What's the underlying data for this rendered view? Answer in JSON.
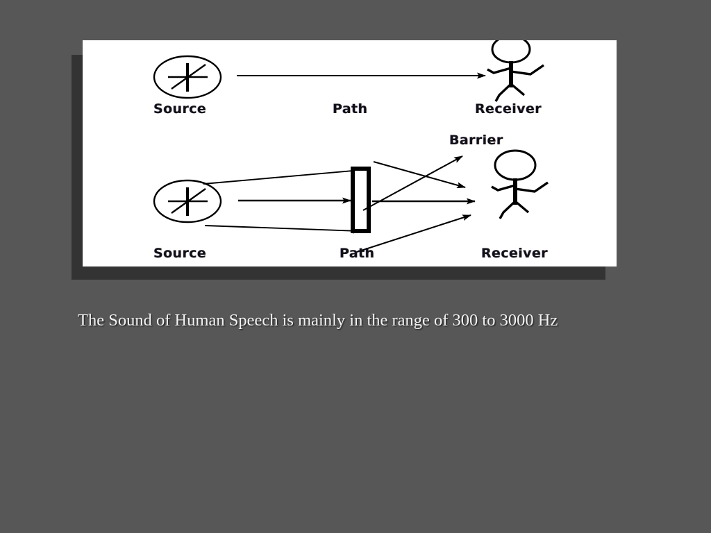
{
  "slide": {
    "background_color": "#575757",
    "caption": "The Sound of Human Speech is mainly in the range of 300 to 3000 Hz"
  },
  "picture": {
    "background_color": "#ffffff",
    "shadow_color": "#333333",
    "alt_title": "Sound transmission: Source - Path - Receiver",
    "labels": {
      "source_top": "Source",
      "path_top": "Path",
      "receiver_top": "Receiver",
      "barrier": "Barrier",
      "source_bottom": "Source",
      "path_bottom": "Path",
      "receiver_bottom": "Receiver"
    },
    "icons": {
      "source": "noise-source-icon",
      "receiver": "stick-figure-person-icon",
      "barrier": "barrier-rectangle-icon",
      "path": "arrow-icon"
    },
    "diagrams": [
      {
        "name": "direct-path",
        "description": "Source with a single straight arrow travelling directly to the receiver",
        "arrow_count": 1
      },
      {
        "name": "blocked-path",
        "description": "Source emitting three arrows toward a barrier; arrows reflect and diffract around the barrier toward the receiver",
        "arrow_count": 7
      }
    ],
    "stroke_color": "#000000"
  }
}
